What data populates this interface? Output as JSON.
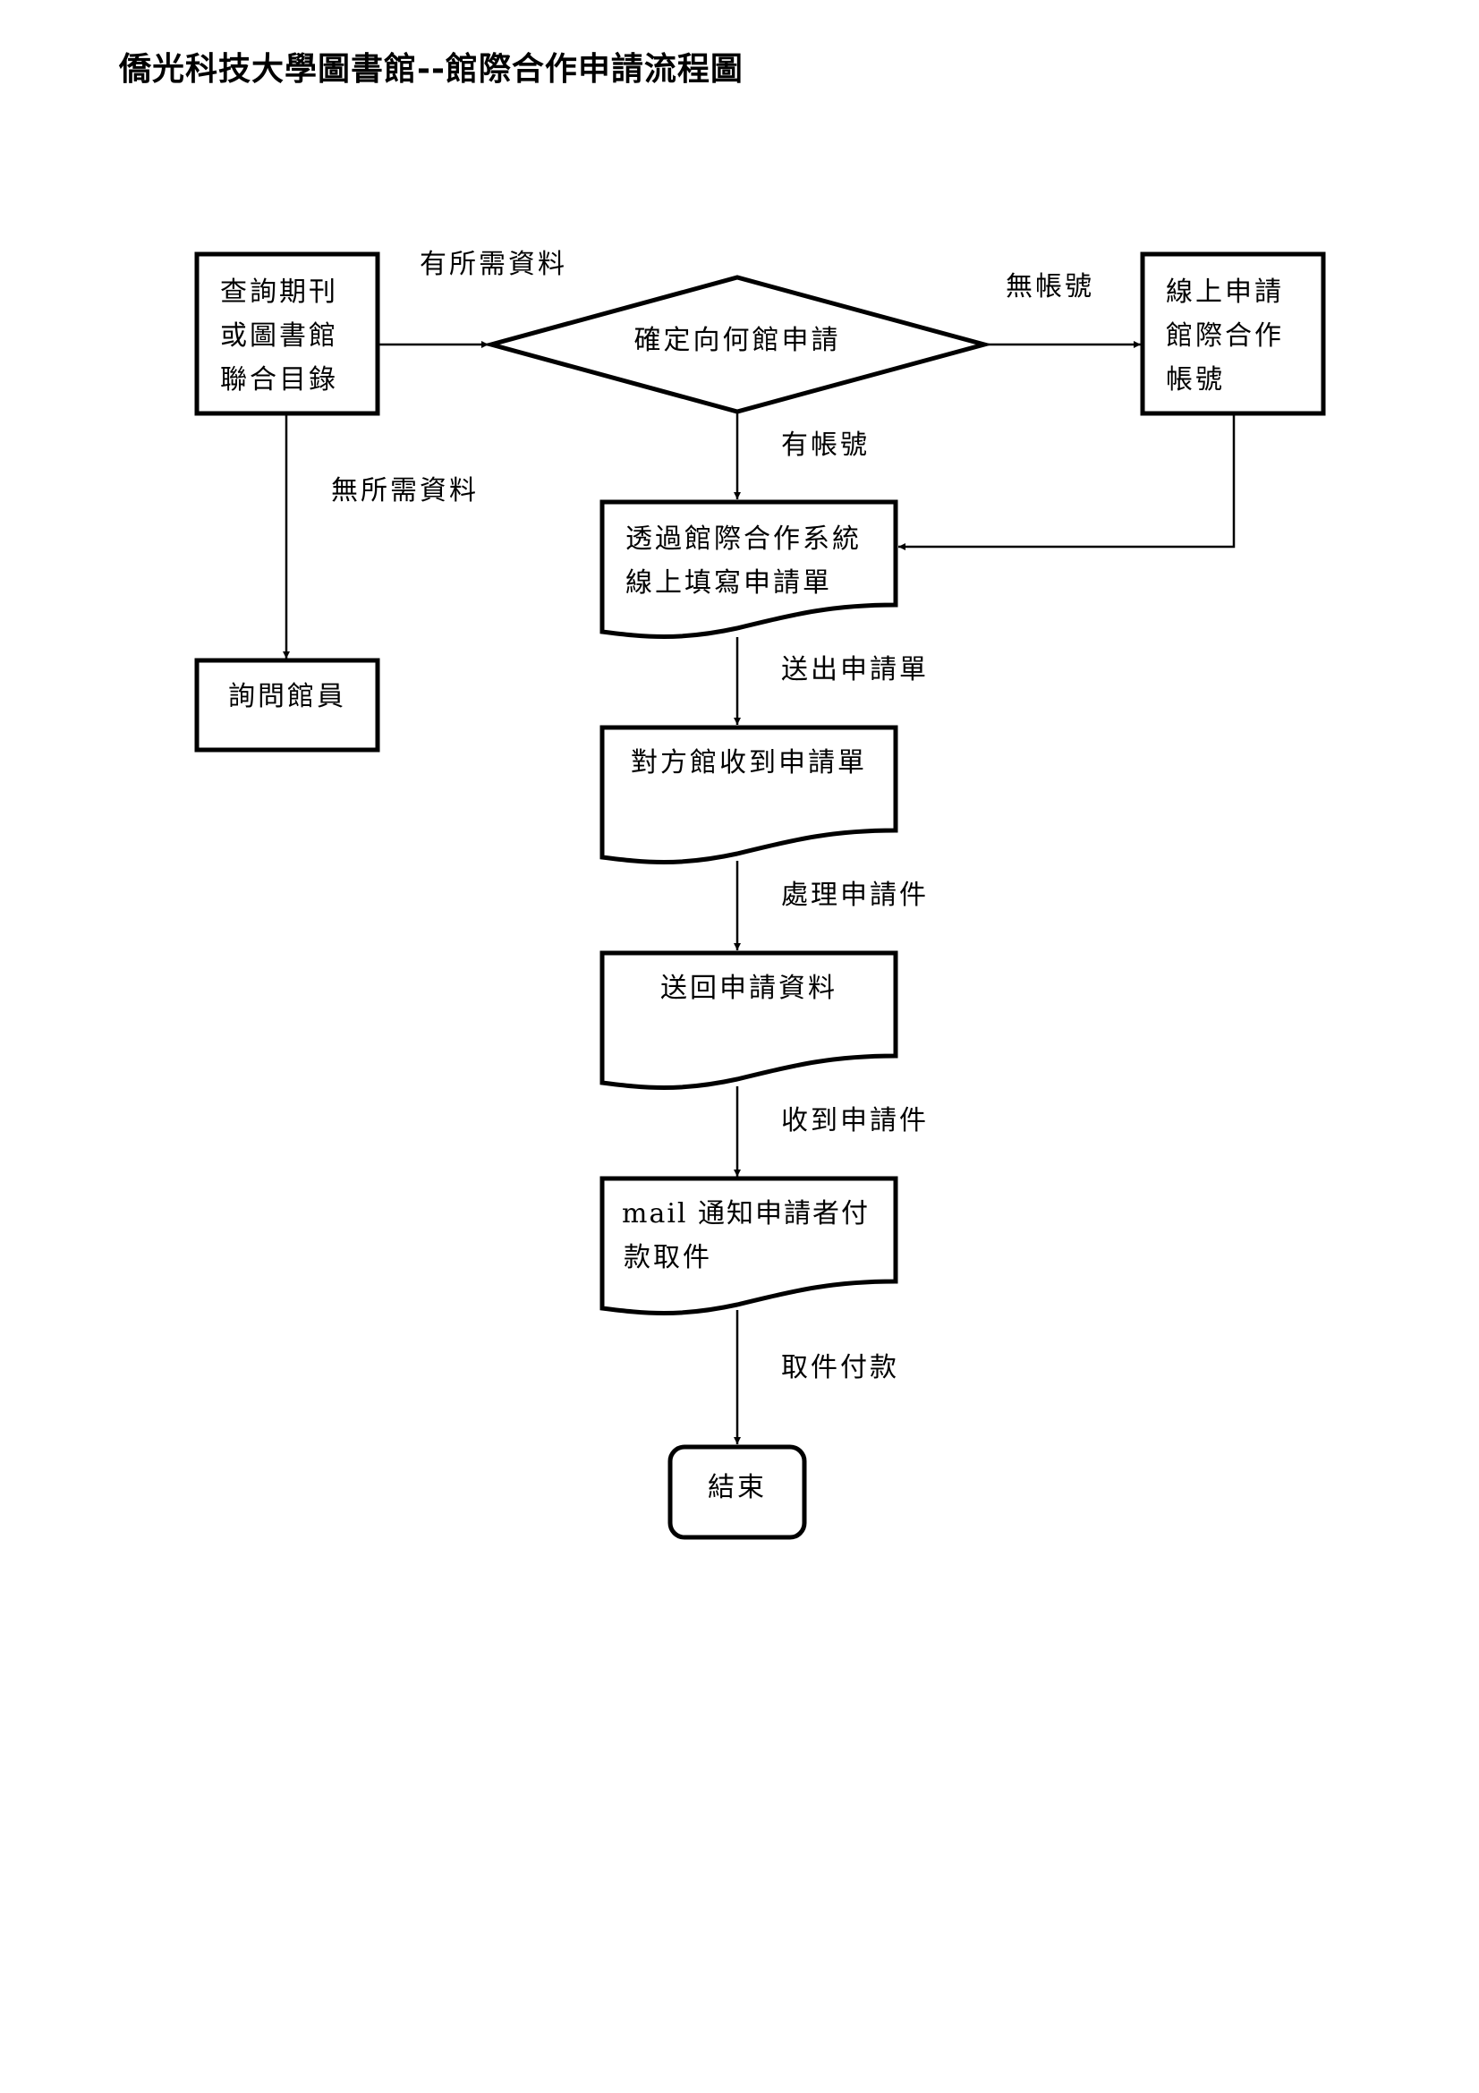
{
  "title": "僑光科技大學圖書館--館際合作申請流程圖",
  "nodes": {
    "search_catalog": [
      "查詢期刊",
      "或圖書館",
      "聯合目錄"
    ],
    "decide_library": "確定向何館申請",
    "apply_account": [
      "線上申請",
      "館際合作",
      "帳號"
    ],
    "ask_librarian": "詢問館員",
    "fill_form": [
      "透過館際合作系統",
      "線上填寫申請單"
    ],
    "receive_form": "對方館收到申請單",
    "return_data": "送回申請資料",
    "notify": [
      "mail 通知申請者付",
      "款取件"
    ],
    "end": "結束"
  },
  "edges": {
    "has_data": "有所需資料",
    "no_data": "無所需資料",
    "no_account": "無帳號",
    "has_account": "有帳號",
    "send_form": "送出申請單",
    "process": "處理申請件",
    "received": "收到申請件",
    "pay_pickup": "取件付款"
  }
}
